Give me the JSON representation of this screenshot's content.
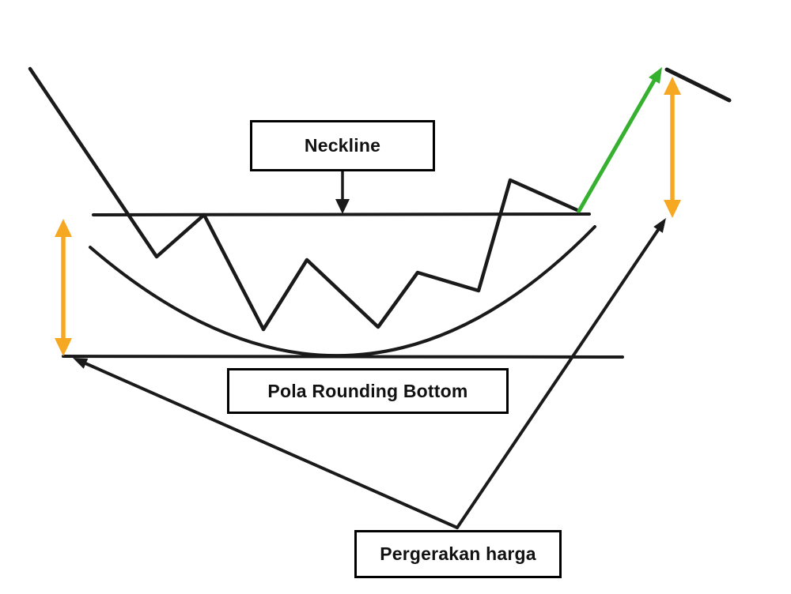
{
  "diagram": {
    "labels": {
      "neckline": "Neckline",
      "pattern": "Pola Rounding Bottom",
      "price_movement": "Pergerakan harga"
    }
  },
  "colors": {
    "background": "#ffffff",
    "box_border": "#000000",
    "line_black": "#1a1a1a",
    "breakout_green": "#35b12f",
    "measure_orange": "#f7a823"
  }
}
